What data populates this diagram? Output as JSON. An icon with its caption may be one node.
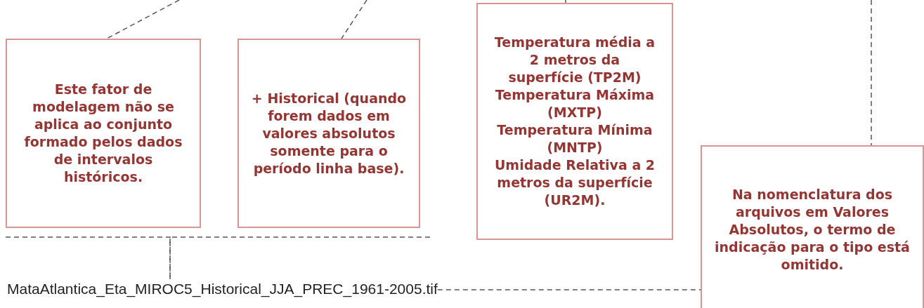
{
  "diagram": {
    "nodes": [
      {
        "text": [
          "Este fator de modelagem não se aplica ao  conjunto formado pelos dados de intervalos históricos."
        ]
      },
      {
        "text": [
          "+ Historical (quando forem dados em valores absolutos somente para o período linha base)."
        ]
      },
      {
        "text": [
          "Temperatura média a 2 metros da superfície (TP2M)",
          "Temperatura Máxima (MXTP)",
          "Temperatura Mínima (MNTP)",
          "Umidade Relativa a 2 metros da superfície (UR2M)."
        ]
      },
      {
        "text": [
          "Na nomenclatura dos arquivos em  Valores Absolutos, o termo de indicação para o tipo está omitido."
        ]
      },
      {
        "text": [
          "MataAtlantica_Eta_MIROC5_Historical_JJA_PREC_1961-2005.tif"
        ]
      }
    ],
    "edges": [
      {
        "from": null,
        "to": 0,
        "arrow": "none",
        "style": "dashed"
      },
      {
        "from": null,
        "to": 1,
        "arrow": "none",
        "style": "dashed"
      },
      {
        "from": null,
        "to": 2,
        "arrow": "none"
      },
      {
        "from": null,
        "to": 3,
        "arrow": "none",
        "style": "dashed"
      },
      {
        "from": 0,
        "to": 4,
        "arrow": "none",
        "style": "dashed"
      },
      {
        "from": 1,
        "to": 4,
        "arrow": "none",
        "style": "dashed"
      },
      {
        "from": 4,
        "to": 3,
        "arrow": "none",
        "style": "dashed"
      }
    ]
  }
}
